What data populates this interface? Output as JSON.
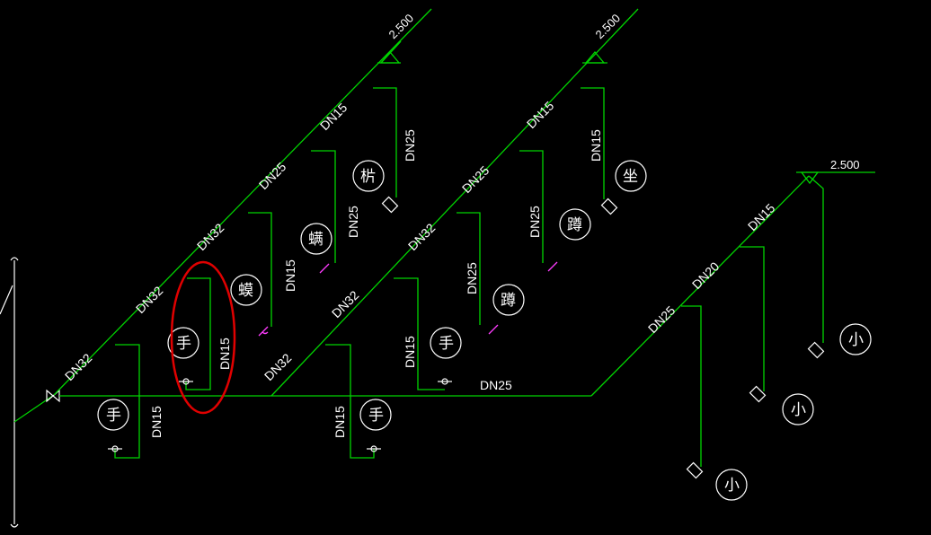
{
  "pipe_labels": {
    "l1": "DN32",
    "l2": "DN32",
    "l3": "DN32",
    "l4": "DN25",
    "l5": "DN15",
    "l6": "DN25",
    "l7": "DN25",
    "l8": "DN15",
    "l9": "DN15",
    "l10": "DN32",
    "l11": "DN32",
    "l12": "DN32",
    "l13": "DN25",
    "l14": "DN15",
    "l15": "DN25",
    "l16": "DN25",
    "l17": "DN15",
    "l18": "DN15",
    "l19": "DN25",
    "l20": "DN25",
    "l21": "DN20",
    "l22": "DN15",
    "l23": "DN15"
  },
  "elevations": {
    "e1": "2.500",
    "e2": "2.500",
    "e3": "2.500"
  },
  "fixture_glyphs": {
    "sink_1": "手",
    "sink_2": "手",
    "sink_3": "手",
    "sink_4": "手",
    "g_tb": "㭊",
    "g_sq1": "螨",
    "g_sq2": "蟆",
    "g_ch1": "蹲",
    "g_ch2": "蹲",
    "g_zuo": "坐",
    "xiao_1": "小",
    "xiao_2": "小",
    "xiao_3": "小"
  },
  "colors": {
    "pipe": "#00d400",
    "symbol": "#ffffff",
    "valve": "#ff3cff",
    "highlight": "#e00000",
    "background": "#000000"
  }
}
